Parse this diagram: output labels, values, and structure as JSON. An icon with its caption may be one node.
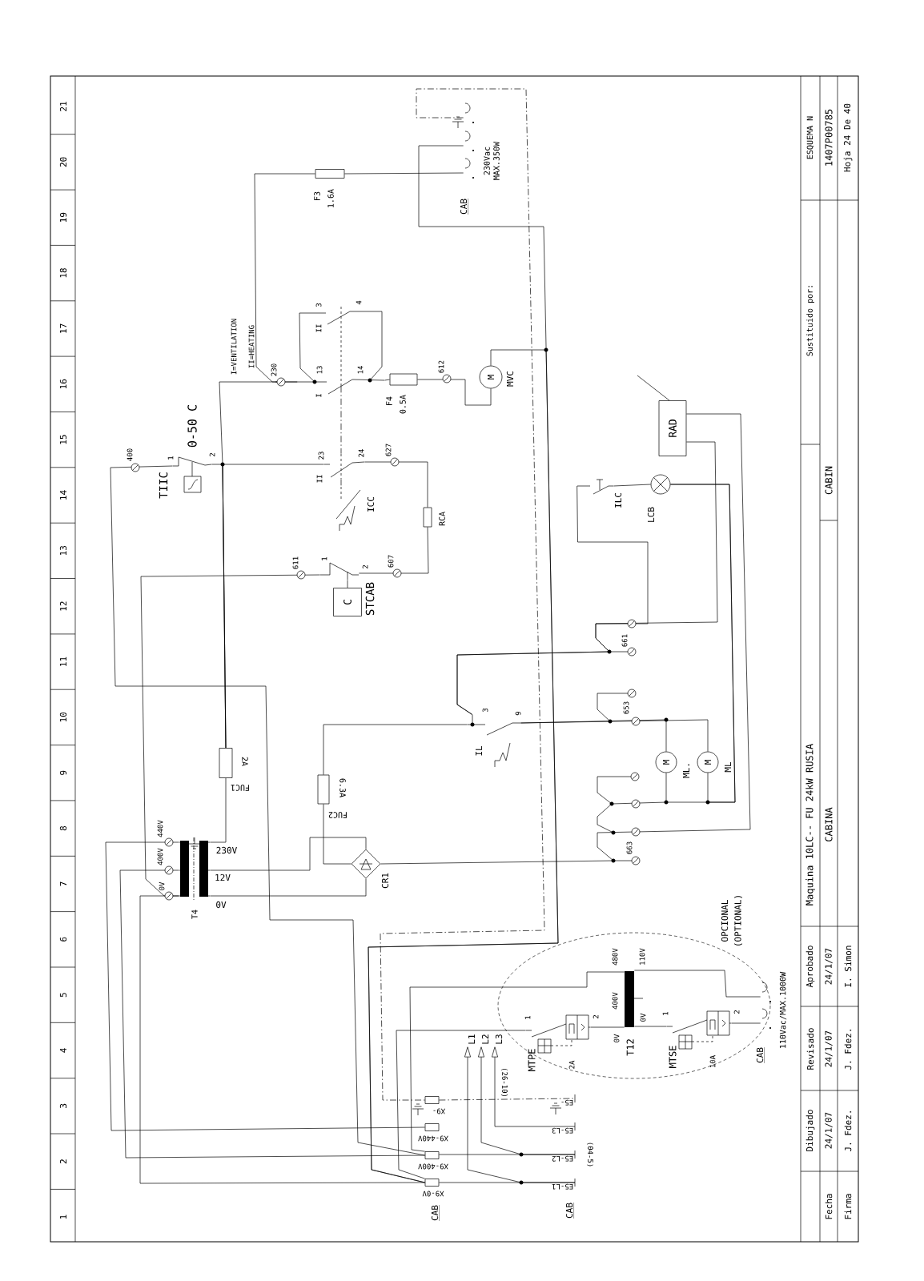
{
  "diagram": {
    "nodes": [
      {
        "text": [],
        "shape": "socket"
      },
      {
        "text": [],
        "shape": "socket"
      },
      {
        "text": [],
        "shape": "socket"
      },
      {
        "text": [
          "F3",
          "1.6A"
        ]
      },
      {
        "text": [],
        "shape": "switch"
      },
      {
        "text": [
          "F4",
          "0.5A"
        ]
      },
      {
        "text": [
          "M",
          "MVC"
        ]
      },
      {
        "text": [
          "TIIC",
          "0-50 C"
        ]
      },
      {
        "text": [],
        "shape": "switch"
      },
      {
        "text": [
          "ICC"
        ]
      },
      {
        "text": [
          "RCA"
        ]
      },
      {
        "text": [],
        "shape": "switch"
      },
      {
        "text": [
          "C",
          "STCAB"
        ]
      },
      {
        "text": [
          "T4"
        ]
      },
      {
        "text": [
          "2A",
          "FUC1"
        ]
      },
      {
        "text": [
          "6.3A",
          "FUC2"
        ]
      },
      {
        "text": [
          "CR1"
        ]
      },
      {
        "text": [
          "IL"
        ]
      },
      {
        "text": [
          "M",
          "ML."
        ]
      },
      {
        "text": [
          "M",
          "ML"
        ]
      },
      {
        "text": [
          "LCB"
        ]
      },
      {
        "text": [
          "ILC"
        ]
      },
      {
        "text": [
          "RAD"
        ]
      },
      {
        "text": [
          "X9-0V"
        ]
      },
      {
        "text": [
          "X9-400V"
        ]
      },
      {
        "text": [
          "X9-440V"
        ]
      },
      {
        "text": [
          "X9-"
        ]
      },
      {
        "text": [
          "E5-L1"
        ]
      },
      {
        "text": [
          "E5-L2"
        ]
      },
      {
        "text": [
          "E5-L3"
        ]
      },
      {
        "text": [
          "E5-"
        ]
      },
      {
        "text": [
          "L1"
        ]
      },
      {
        "text": [
          "L2"
        ]
      },
      {
        "text": [
          "L3"
        ]
      },
      {
        "text": [
          "MTPE",
          "2A"
        ]
      },
      {
        "text": [
          "T12"
        ]
      },
      {
        "text": [
          "MTSE",
          "10A"
        ]
      },
      {
        "text": [],
        "shape": "socket"
      },
      {
        "text": [],
        "shape": "socket"
      }
    ],
    "edges": [
      {
        "from": 2,
        "to": 3,
        "arrow": "none"
      },
      {
        "from": 3,
        "to": 4,
        "arrow": "none"
      },
      {
        "from": 1,
        "to": 23,
        "arrow": "none"
      },
      {
        "from": 6,
        "to": 23,
        "arrow": "none"
      },
      {
        "from": 4,
        "to": 5,
        "arrow": "none"
      },
      {
        "from": 5,
        "to": 6,
        "arrow": "none"
      },
      {
        "from": 14,
        "to": 7,
        "arrow": "none"
      },
      {
        "from": 14,
        "to": 4,
        "arrow": "none"
      },
      {
        "from": 14,
        "to": 8,
        "arrow": "none"
      },
      {
        "from": 8,
        "to": 10,
        "arrow": "none"
      },
      {
        "from": 10,
        "to": 11,
        "arrow": "none"
      },
      {
        "from": 11,
        "to": 12,
        "arrow": "none"
      },
      {
        "from": 11,
        "to": 13,
        "arrow": "none"
      },
      {
        "from": 7,
        "to": 24,
        "arrow": "none"
      },
      {
        "from": 13,
        "to": 14,
        "arrow": "none"
      },
      {
        "from": 13,
        "to": 16,
        "arrow": "none"
      },
      {
        "from": 13,
        "to": 16,
        "arrow": "none"
      },
      {
        "from": 16,
        "to": 15,
        "arrow": "none"
      },
      {
        "from": 15,
        "to": 17,
        "arrow": "none"
      },
      {
        "from": 16,
        "to": 22,
        "arrow": "none"
      },
      {
        "from": 17,
        "to": 22,
        "arrow": "none"
      },
      {
        "from": 17,
        "to": 21,
        "arrow": "none"
      },
      {
        "from": 21,
        "to": 20,
        "arrow": "none"
      },
      {
        "from": 20,
        "to": 18,
        "arrow": "none"
      },
      {
        "from": 20,
        "to": 19,
        "arrow": "none"
      },
      {
        "from": 17,
        "to": 18,
        "arrow": "none"
      },
      {
        "from": 17,
        "to": 19,
        "arrow": "none"
      },
      {
        "from": 22,
        "to": null,
        "arrow": "none"
      },
      {
        "from": 23,
        "to": 13,
        "arrow": "none"
      },
      {
        "from": 24,
        "to": 13,
        "arrow": "none"
      },
      {
        "from": 25,
        "to": 13,
        "arrow": "none"
      },
      {
        "from": 0,
        "to": 26,
        "arrow": "none",
        "style": "dashed"
      },
      {
        "from": 26,
        "to": 30,
        "arrow": "none",
        "style": "dashed"
      },
      {
        "from": 27,
        "to": 23,
        "arrow": "none"
      },
      {
        "from": 27,
        "to": 31,
        "arrow": "to"
      },
      {
        "from": 28,
        "to": 24,
        "arrow": "none"
      },
      {
        "from": 28,
        "to": 32,
        "arrow": "to"
      },
      {
        "from": 29,
        "to": 33,
        "arrow": "to"
      },
      {
        "from": 34,
        "to": 23,
        "arrow": "none"
      },
      {
        "from": 35,
        "to": 24,
        "arrow": "none"
      },
      {
        "from": 34,
        "to": 35,
        "arrow": "none"
      },
      {
        "from": 35,
        "to": 37,
        "arrow": "none"
      },
      {
        "from": 35,
        "to": 36,
        "arrow": "none"
      },
      {
        "from": 36,
        "to": 38,
        "arrow": "none"
      },
      {
        "from": 4,
        "to": 8,
        "arrow": "none",
        "style": "dashed"
      },
      {
        "from": 8,
        "to": 9,
        "arrow": "none",
        "style": "dashed"
      }
    ],
    "labels": [
      "1",
      "2",
      "3",
      "4",
      "5",
      "6",
      "7",
      "8",
      "9",
      "10",
      "11",
      "12",
      "13",
      "14",
      "15",
      "16",
      "17",
      "18",
      "19",
      "20",
      "21",
      "400",
      "1",
      "2",
      "I=VENTILATION",
      "II=HEATING",
      "230",
      "13",
      "I",
      "14",
      "3",
      "II",
      "4",
      "23",
      "24",
      "II",
      "627",
      "612",
      "611",
      "1",
      "2",
      "607",
      "CAB",
      "230Vac MAX.350W",
      "440V",
      "400V",
      "0V",
      "230V",
      "12V",
      "0V",
      "3",
      "9",
      "661",
      "653",
      "663",
      "CAB",
      "(26-10)",
      "(04-5)",
      "CAB",
      "1",
      "2",
      "480V",
      "110V",
      "400V",
      "0V",
      "0V",
      "1",
      "2",
      "CAB",
      "110Vac/MAX.1000W",
      "OPCIONAL",
      "(OPTIONAL)",
      "ESQUEMA N",
      "1407P00785",
      "Hoja 24 De 40",
      "Sustituido por:",
      "Maquina 10LC-- FU 24kW RUSIA",
      "CABIN",
      "CABINA",
      "Dibujado",
      "Revisado",
      "Aprobado",
      "Fecha",
      "24/1/07",
      "24/1/07",
      "24/1/07",
      "Firma",
      "J. Fdez.",
      "J. Fdez.",
      "I. Simon"
    ]
  }
}
